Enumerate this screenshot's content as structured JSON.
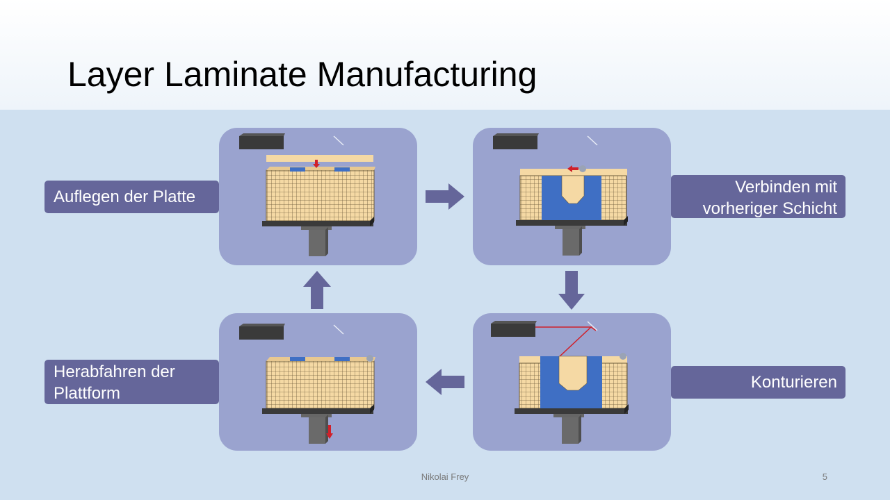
{
  "slide": {
    "title": "Layer Laminate Manufacturing",
    "author": "Nikolai Frey",
    "page_number": "5"
  },
  "steps": [
    {
      "label_line1": "Auflegen der Platte",
      "label_line2": ""
    },
    {
      "label_line1": "Verbinden mit",
      "label_line2": "vorheriger Schicht"
    },
    {
      "label_line1": "Konturieren",
      "label_line2": ""
    },
    {
      "label_line1": "Herabfahren der",
      "label_line2": "Plattform"
    }
  ],
  "colors": {
    "panel": "#9aa3cf",
    "label_bg": "#65669a",
    "arrow": "#65669a",
    "material": "#f5d9a4",
    "part": "#3f6fc4",
    "base": "#3a3a3a",
    "laser": "#d0202a"
  }
}
